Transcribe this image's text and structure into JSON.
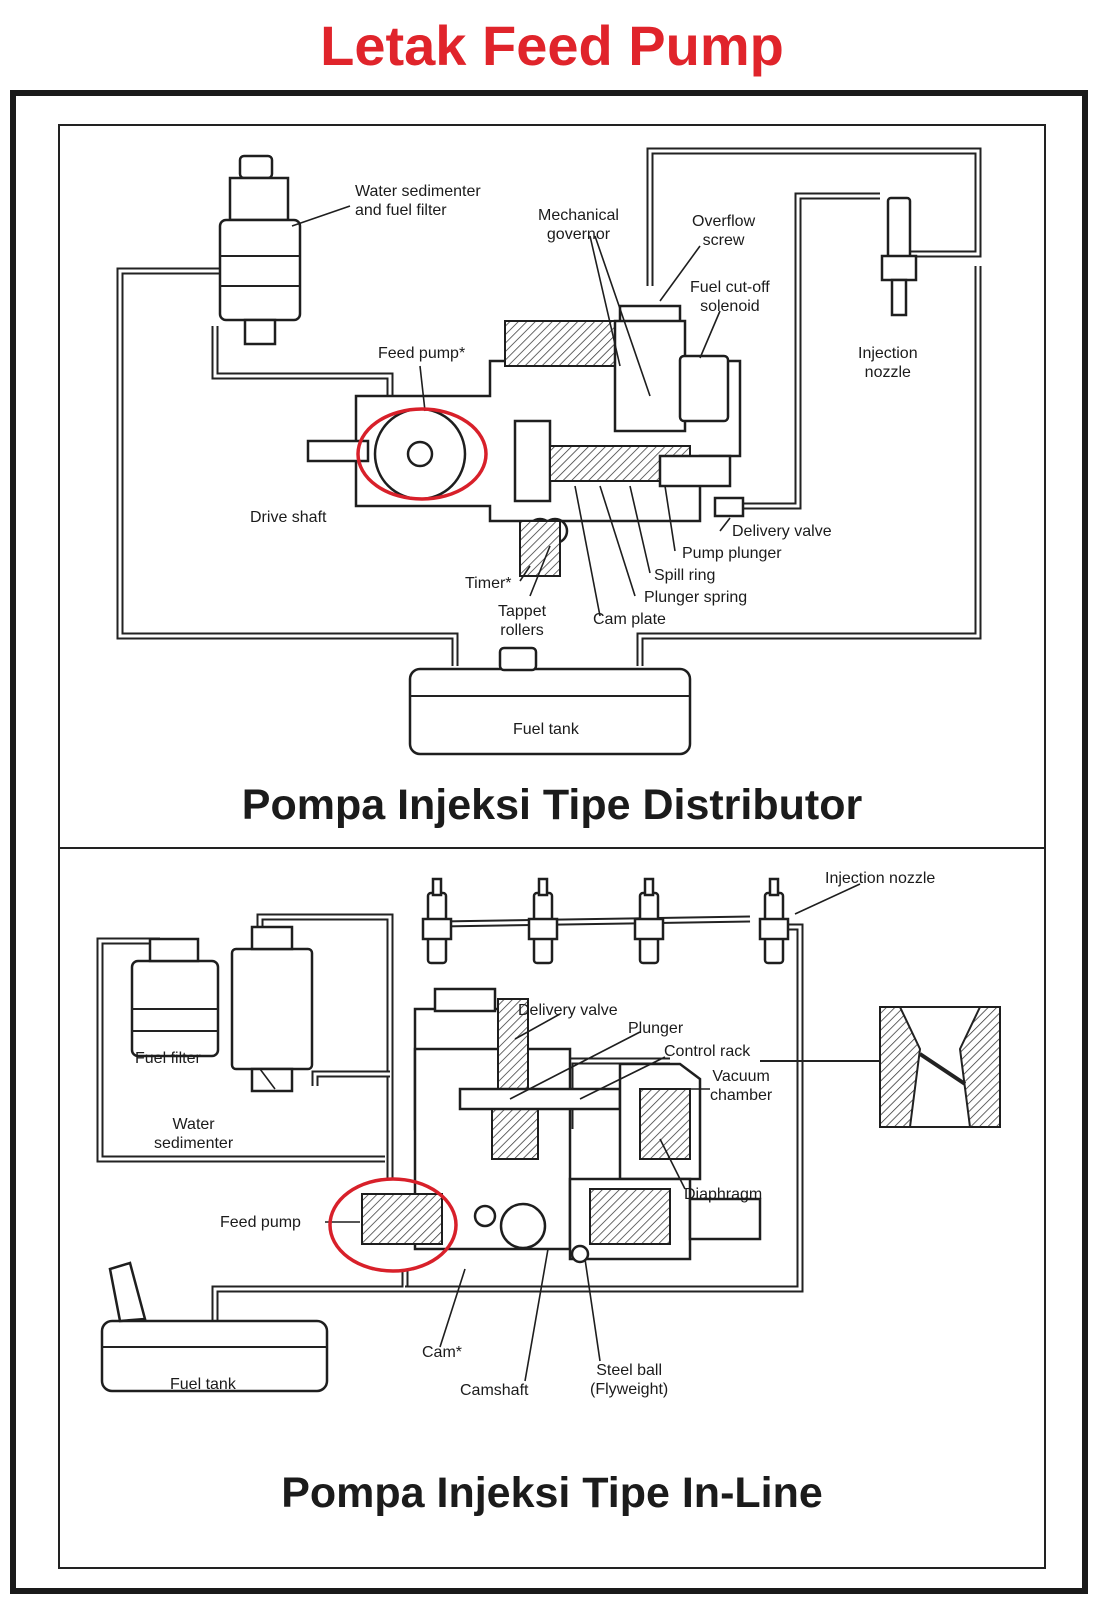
{
  "title": "Letak Feed Pump",
  "colors": {
    "title": "#e0242b",
    "highlight_ring": "#d8202a",
    "line_art": "#1e1e1e"
  },
  "distributor": {
    "caption": "Pompa Injeksi Tipe Distributor",
    "labels": {
      "water_sedimenter_filter": "Water sedimenter\nand fuel filter",
      "mechanical_governor": "Mechanical\ngovernor",
      "overflow_screw": "Overflow\nscrew",
      "fuel_cutoff_solenoid": "Fuel cut-off\nsolenoid",
      "injection_nozzle": "Injection\nnozzle",
      "feed_pump": "Feed pump*",
      "drive_shaft": "Drive shaft",
      "delivery_valve": "Delivery valve",
      "pump_plunger": "Pump plunger",
      "spill_ring": "Spill ring",
      "plunger_spring": "Plunger spring",
      "timer": "Timer*",
      "tappet_rollers": "Tappet\nrollers",
      "cam_plate": "Cam plate",
      "fuel_tank": "Fuel tank"
    }
  },
  "inline": {
    "caption": "Pompa Injeksi Tipe In-Line",
    "labels": {
      "injection_nozzle": "Injection nozzle",
      "fuel_filter": "Fuel filter",
      "water_sedimenter": "Water\nsedimenter",
      "delivery_valve": "Delivery valve",
      "plunger": "Plunger",
      "control_rack": "Control rack",
      "vacuum_chamber": "Vacuum\nchamber",
      "diaphragm": "Diaphragm",
      "feed_pump": "Feed pump",
      "cam": "Cam*",
      "camshaft": "Camshaft",
      "steel_ball": "Steel ball\n(Flyweight)",
      "fuel_tank": "Fuel tank"
    }
  }
}
